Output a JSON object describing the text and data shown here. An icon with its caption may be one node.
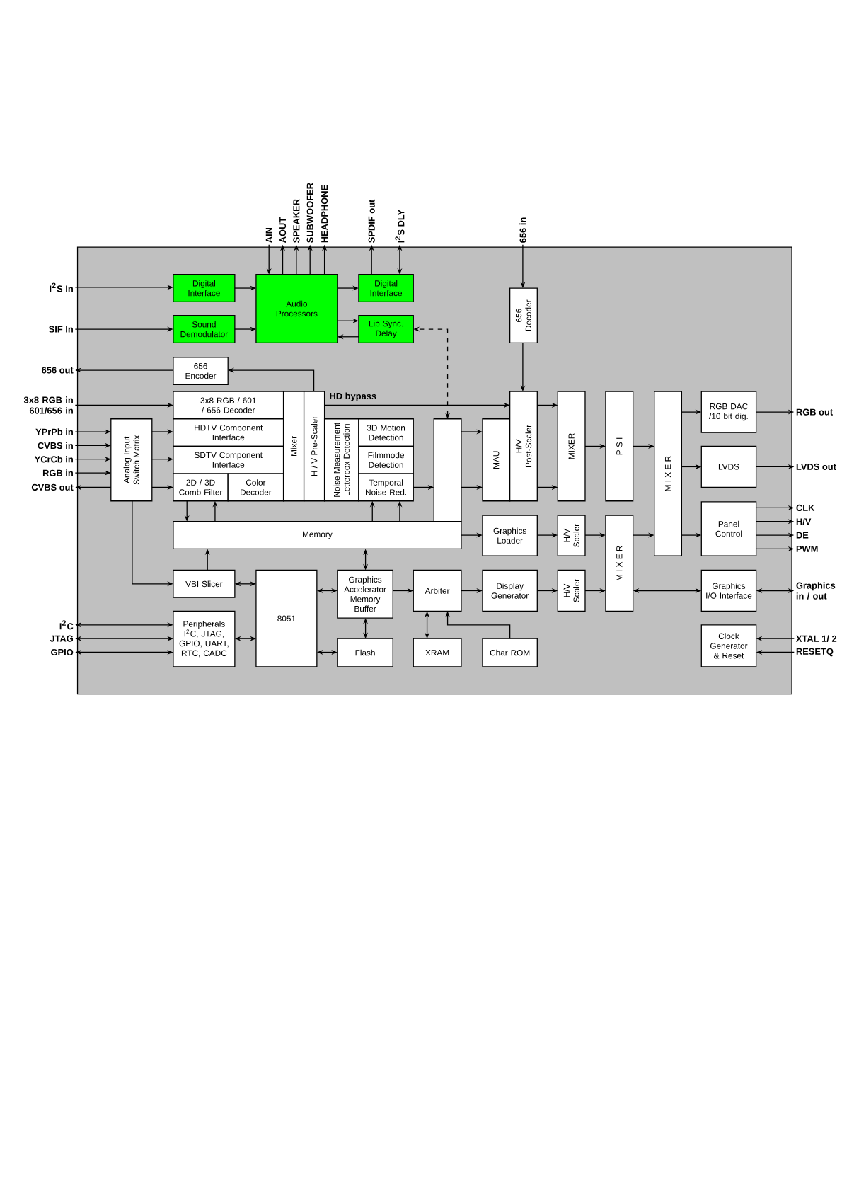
{
  "diagram": {
    "nodes": [
      {
        "text": [],
        "shape": "box"
      },
      {
        "text": [
          "I$^{2}$S In"
        ]
      },
      {
        "text": [
          "SIF In"
        ]
      },
      {
        "text": [
          "656 out"
        ]
      },
      {
        "text": [
          "3x8 RGB in 601/656 in"
        ]
      },
      {
        "text": [
          "YPrPb in"
        ]
      },
      {
        "text": [
          "CVBS in"
        ]
      },
      {
        "text": [
          "YCrCb in"
        ]
      },
      {
        "text": [
          "RGB in"
        ]
      },
      {
        "text": [
          "CVBS out"
        ]
      },
      {
        "text": [
          "I$^{2}$C"
        ]
      },
      {
        "text": [
          "JTAG"
        ]
      },
      {
        "text": [
          "GPIO"
        ]
      },
      {
        "text": [
          "AIN"
        ]
      },
      {
        "text": [
          "AOUT"
        ]
      },
      {
        "text": [
          "SPEAKER"
        ]
      },
      {
        "text": [
          "SUBWOOFER"
        ]
      },
      {
        "text": [
          "HEADPHONE"
        ]
      },
      {
        "text": [
          "SPDIF out"
        ]
      },
      {
        "text": [
          "I$^{2}$S DLY"
        ]
      },
      {
        "text": [
          "656 in"
        ]
      },
      {
        "text": [
          "RGB out"
        ]
      },
      {
        "text": [
          "LVDS out"
        ]
      },
      {
        "text": [
          "CLK"
        ]
      },
      {
        "text": [
          "H/V"
        ]
      },
      {
        "text": [
          "DE"
        ]
      },
      {
        "text": [
          "PWM"
        ]
      },
      {
        "text": [
          "Graphics in / out"
        ]
      },
      {
        "text": [
          "XTAL 1/ 2"
        ]
      },
      {
        "text": [
          "RESETQ"
        ]
      },
      {
        "text": [
          "Digital Interface"
        ],
        "in": 0
      },
      {
        "text": [
          "Sound Demodulator"
        ],
        "in": 0
      },
      {
        "text": [
          "Audio Processors"
        ],
        "in": 0
      },
      {
        "text": [
          "Digital Interface"
        ],
        "in": 0
      },
      {
        "text": [
          "Lip Sync. Delay"
        ],
        "in": 0
      },
      {
        "text": [
          "656 Encoder"
        ],
        "in": 0
      },
      {
        "text": [
          "656 Decoder"
        ],
        "in": 0
      },
      {
        "text": [
          "Analog Input Switch Matrix"
        ],
        "in": 0
      },
      {
        "text": [
          "3x8 RGB / 601 / 656 Decoder"
        ],
        "in": 0
      },
      {
        "text": [
          "HDTV Component Interface"
        ],
        "in": 0
      },
      {
        "text": [
          "SDTV Component Interface"
        ],
        "in": 0
      },
      {
        "text": [
          "2D / 3D Comb Filter"
        ],
        "in": 0
      },
      {
        "text": [
          "Color Decoder"
        ],
        "in": 0
      },
      {
        "text": [
          "Mixer"
        ],
        "in": 0
      },
      {
        "text": [
          "H / V Pre-Scaler"
        ],
        "in": 0
      },
      {
        "text": [
          "Noise Measurement Letterbox Detection"
        ],
        "in": 0
      },
      {
        "text": [
          "3D Motion Detection"
        ],
        "in": 0
      },
      {
        "text": [
          "Filmmode Detection"
        ],
        "in": 0
      },
      {
        "text": [
          "Temporal Noise Red."
        ],
        "in": 0
      },
      {
        "text": [],
        "shape": "box",
        "in": 0
      },
      {
        "text": [
          "Memory"
        ],
        "in": 0
      },
      {
        "text": [
          "MAU"
        ],
        "in": 0
      },
      {
        "text": [
          "H/V Post-Scaler"
        ],
        "in": 0
      },
      {
        "text": [
          "MIXER"
        ],
        "in": 0
      },
      {
        "text": [
          "P S I"
        ],
        "in": 0
      },
      {
        "text": [
          "M I X E R"
        ],
        "in": 0
      },
      {
        "text": [
          "RGB DAC /10 bit dig."
        ],
        "in": 0
      },
      {
        "text": [
          "LVDS"
        ],
        "in": 0
      },
      {
        "text": [
          "Panel Control"
        ],
        "in": 0
      },
      {
        "text": [
          "Graphics Loader"
        ],
        "in": 0
      },
      {
        "text": [
          "H/V Scaler"
        ],
        "in": 0
      },
      {
        "text": [
          "M I X E R"
        ],
        "in": 0
      },
      {
        "text": [
          "VBI Slicer"
        ],
        "in": 0
      },
      {
        "text": [
          "Peripherals I$^{2}$C, JTAG, GPIO, UART, RTC, CADC"
        ],
        "in": 0
      },
      {
        "text": [
          "8051"
        ],
        "in": 0
      },
      {
        "text": [
          "Graphics Accelerator Memory Buffer"
        ],
        "in": 0
      },
      {
        "text": [
          "Flash"
        ],
        "in": 0
      },
      {
        "text": [
          "Arbiter"
        ],
        "in": 0
      },
      {
        "text": [
          "XRAM"
        ],
        "in": 0
      },
      {
        "text": [
          "Display Generator"
        ],
        "in": 0
      },
      {
        "text": [
          "Char ROM"
        ],
        "in": 0
      },
      {
        "text": [
          "H/V Scaler"
        ],
        "in": 0
      },
      {
        "text": [
          "Graphics I/O Interface"
        ],
        "in": 0
      },
      {
        "text": [
          "Clock Generator & Reset"
        ],
        "in": 0
      }
    ],
    "edges": [
      {
        "from": 1,
        "to": 30,
        "arrow": "to"
      },
      {
        "from": 2,
        "to": 31,
        "arrow": "to"
      },
      {
        "from": 30,
        "to": 32,
        "arrow": "to"
      },
      {
        "from": 31,
        "to": 32,
        "arrow": "to"
      },
      {
        "from": 13,
        "to": 32,
        "arrow": "to"
      },
      {
        "from": 32,
        "to": 14,
        "arrow": "to"
      },
      {
        "from": 32,
        "to": 15,
        "arrow": "to"
      },
      {
        "from": 32,
        "to": 16,
        "arrow": "to"
      },
      {
        "from": 32,
        "to": 17,
        "arrow": "to"
      },
      {
        "from": 32,
        "to": 33,
        "arrow": "to"
      },
      {
        "from": 33,
        "to": 18,
        "arrow": "to"
      },
      {
        "from": 33,
        "to": 19,
        "arrow": "both"
      },
      {
        "from": 32,
        "to": 34,
        "arrow": "to"
      },
      {
        "from": 34,
        "to": 32,
        "arrow": "to"
      },
      {
        "from": 49,
        "to": 34,
        "arrow": "both",
        "style": "dashed"
      },
      {
        "from": 35,
        "to": 3,
        "arrow": "to"
      },
      {
        "from": 44,
        "to": 35,
        "arrow": "to"
      },
      {
        "from": 20,
        "to": 36,
        "arrow": "to"
      },
      {
        "from": 36,
        "to": 52,
        "arrow": "to"
      },
      {
        "from": 4,
        "to": 38,
        "arrow": "to"
      },
      {
        "from": 5,
        "to": 37,
        "arrow": "to"
      },
      {
        "from": 6,
        "to": 37,
        "arrow": "to"
      },
      {
        "from": 7,
        "to": 37,
        "arrow": "to"
      },
      {
        "from": 8,
        "to": 37,
        "arrow": "to"
      },
      {
        "from": 37,
        "to": 9,
        "arrow": "to"
      },
      {
        "from": 37,
        "to": 39,
        "arrow": "to"
      },
      {
        "from": 37,
        "to": 40,
        "arrow": "to"
      },
      {
        "from": 37,
        "to": 41,
        "arrow": "to"
      },
      {
        "from": 37,
        "to": 62,
        "arrow": "to"
      },
      {
        "from": 44,
        "to": 52,
        "arrow": "to",
        "label": "HD bypass"
      },
      {
        "from": 48,
        "to": 49,
        "arrow": "to"
      },
      {
        "from": 41,
        "to": 50,
        "arrow": "to"
      },
      {
        "from": 50,
        "to": 41,
        "arrow": "to"
      },
      {
        "from": 50,
        "to": 48,
        "arrow": "to"
      },
      {
        "from": 50,
        "to": 48,
        "arrow": "to"
      },
      {
        "from": 49,
        "to": 51,
        "arrow": "to"
      },
      {
        "from": 49,
        "to": 51,
        "arrow": "to"
      },
      {
        "from": 50,
        "to": 59,
        "arrow": "to"
      },
      {
        "from": 52,
        "to": 53,
        "arrow": "to"
      },
      {
        "from": 52,
        "to": 53,
        "arrow": "to"
      },
      {
        "from": 53,
        "to": 54,
        "arrow": "to"
      },
      {
        "from": 54,
        "to": 55,
        "arrow": "to"
      },
      {
        "from": 55,
        "to": 56,
        "arrow": "to"
      },
      {
        "from": 55,
        "to": 57,
        "arrow": "to"
      },
      {
        "from": 55,
        "to": 58,
        "arrow": "to"
      },
      {
        "from": 56,
        "to": 21,
        "arrow": "to"
      },
      {
        "from": 57,
        "to": 22,
        "arrow": "to"
      },
      {
        "from": 58,
        "to": 23,
        "arrow": "to"
      },
      {
        "from": 58,
        "to": 24,
        "arrow": "to"
      },
      {
        "from": 58,
        "to": 25,
        "arrow": "to"
      },
      {
        "from": 58,
        "to": 26,
        "arrow": "to"
      },
      {
        "from": 59,
        "to": 60,
        "arrow": "to"
      },
      {
        "from": 60,
        "to": 61,
        "arrow": "to"
      },
      {
        "from": 61,
        "to": 55,
        "arrow": "to"
      },
      {
        "from": 67,
        "to": 69,
        "arrow": "to"
      },
      {
        "from": 69,
        "to": 71,
        "arrow": "to"
      },
      {
        "from": 71,
        "to": 61,
        "arrow": "to"
      },
      {
        "from": 61,
        "to": 72,
        "arrow": "both"
      },
      {
        "from": 72,
        "to": 27,
        "arrow": "both"
      },
      {
        "from": 28,
        "to": 73,
        "arrow": "to"
      },
      {
        "from": 29,
        "to": 73,
        "arrow": "to"
      },
      {
        "from": 62,
        "to": 50,
        "arrow": "to"
      },
      {
        "from": 62,
        "to": 64,
        "arrow": "both"
      },
      {
        "from": 63,
        "to": 64,
        "arrow": "both"
      },
      {
        "from": 10,
        "to": 63,
        "arrow": "both"
      },
      {
        "from": 11,
        "to": 63,
        "arrow": "both"
      },
      {
        "from": 12,
        "to": 63,
        "arrow": "both"
      },
      {
        "from": 64,
        "to": 65,
        "arrow": "both"
      },
      {
        "from": 64,
        "to": 66,
        "arrow": "both"
      },
      {
        "from": 50,
        "to": 65,
        "arrow": "both"
      },
      {
        "from": 65,
        "to": 66,
        "arrow": "both"
      },
      {
        "from": 65,
        "to": 67,
        "arrow": "to"
      },
      {
        "from": 67,
        "to": 68,
        "arrow": "both"
      },
      {
        "from": 70,
        "to": 67,
        "arrow": "to"
      }
    ]
  }
}
